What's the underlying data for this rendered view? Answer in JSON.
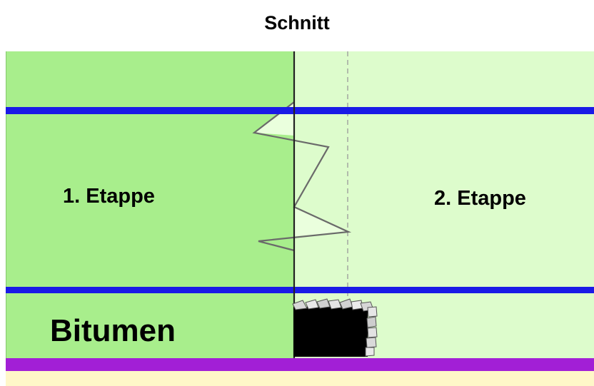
{
  "title": "Schnitt",
  "labels": {
    "stage_1": "1. Etappe",
    "stage_2": "2. Etappe",
    "bitumen": "Bitumen"
  },
  "colors": {
    "stage_1_fill": "#a8ee8c",
    "stage_2_fill": "#ddfccc",
    "joint_wedge_fill": "#eaffdd",
    "blue_band": "#1a1ae6",
    "purple_band": "#a21fd6",
    "yellow_band": "#fff7c8",
    "bitumen_block": "#000000",
    "joint_line": "#222222",
    "zigzag_line": "#6a6a6a",
    "dashed_line": "#9a9a9a"
  }
}
